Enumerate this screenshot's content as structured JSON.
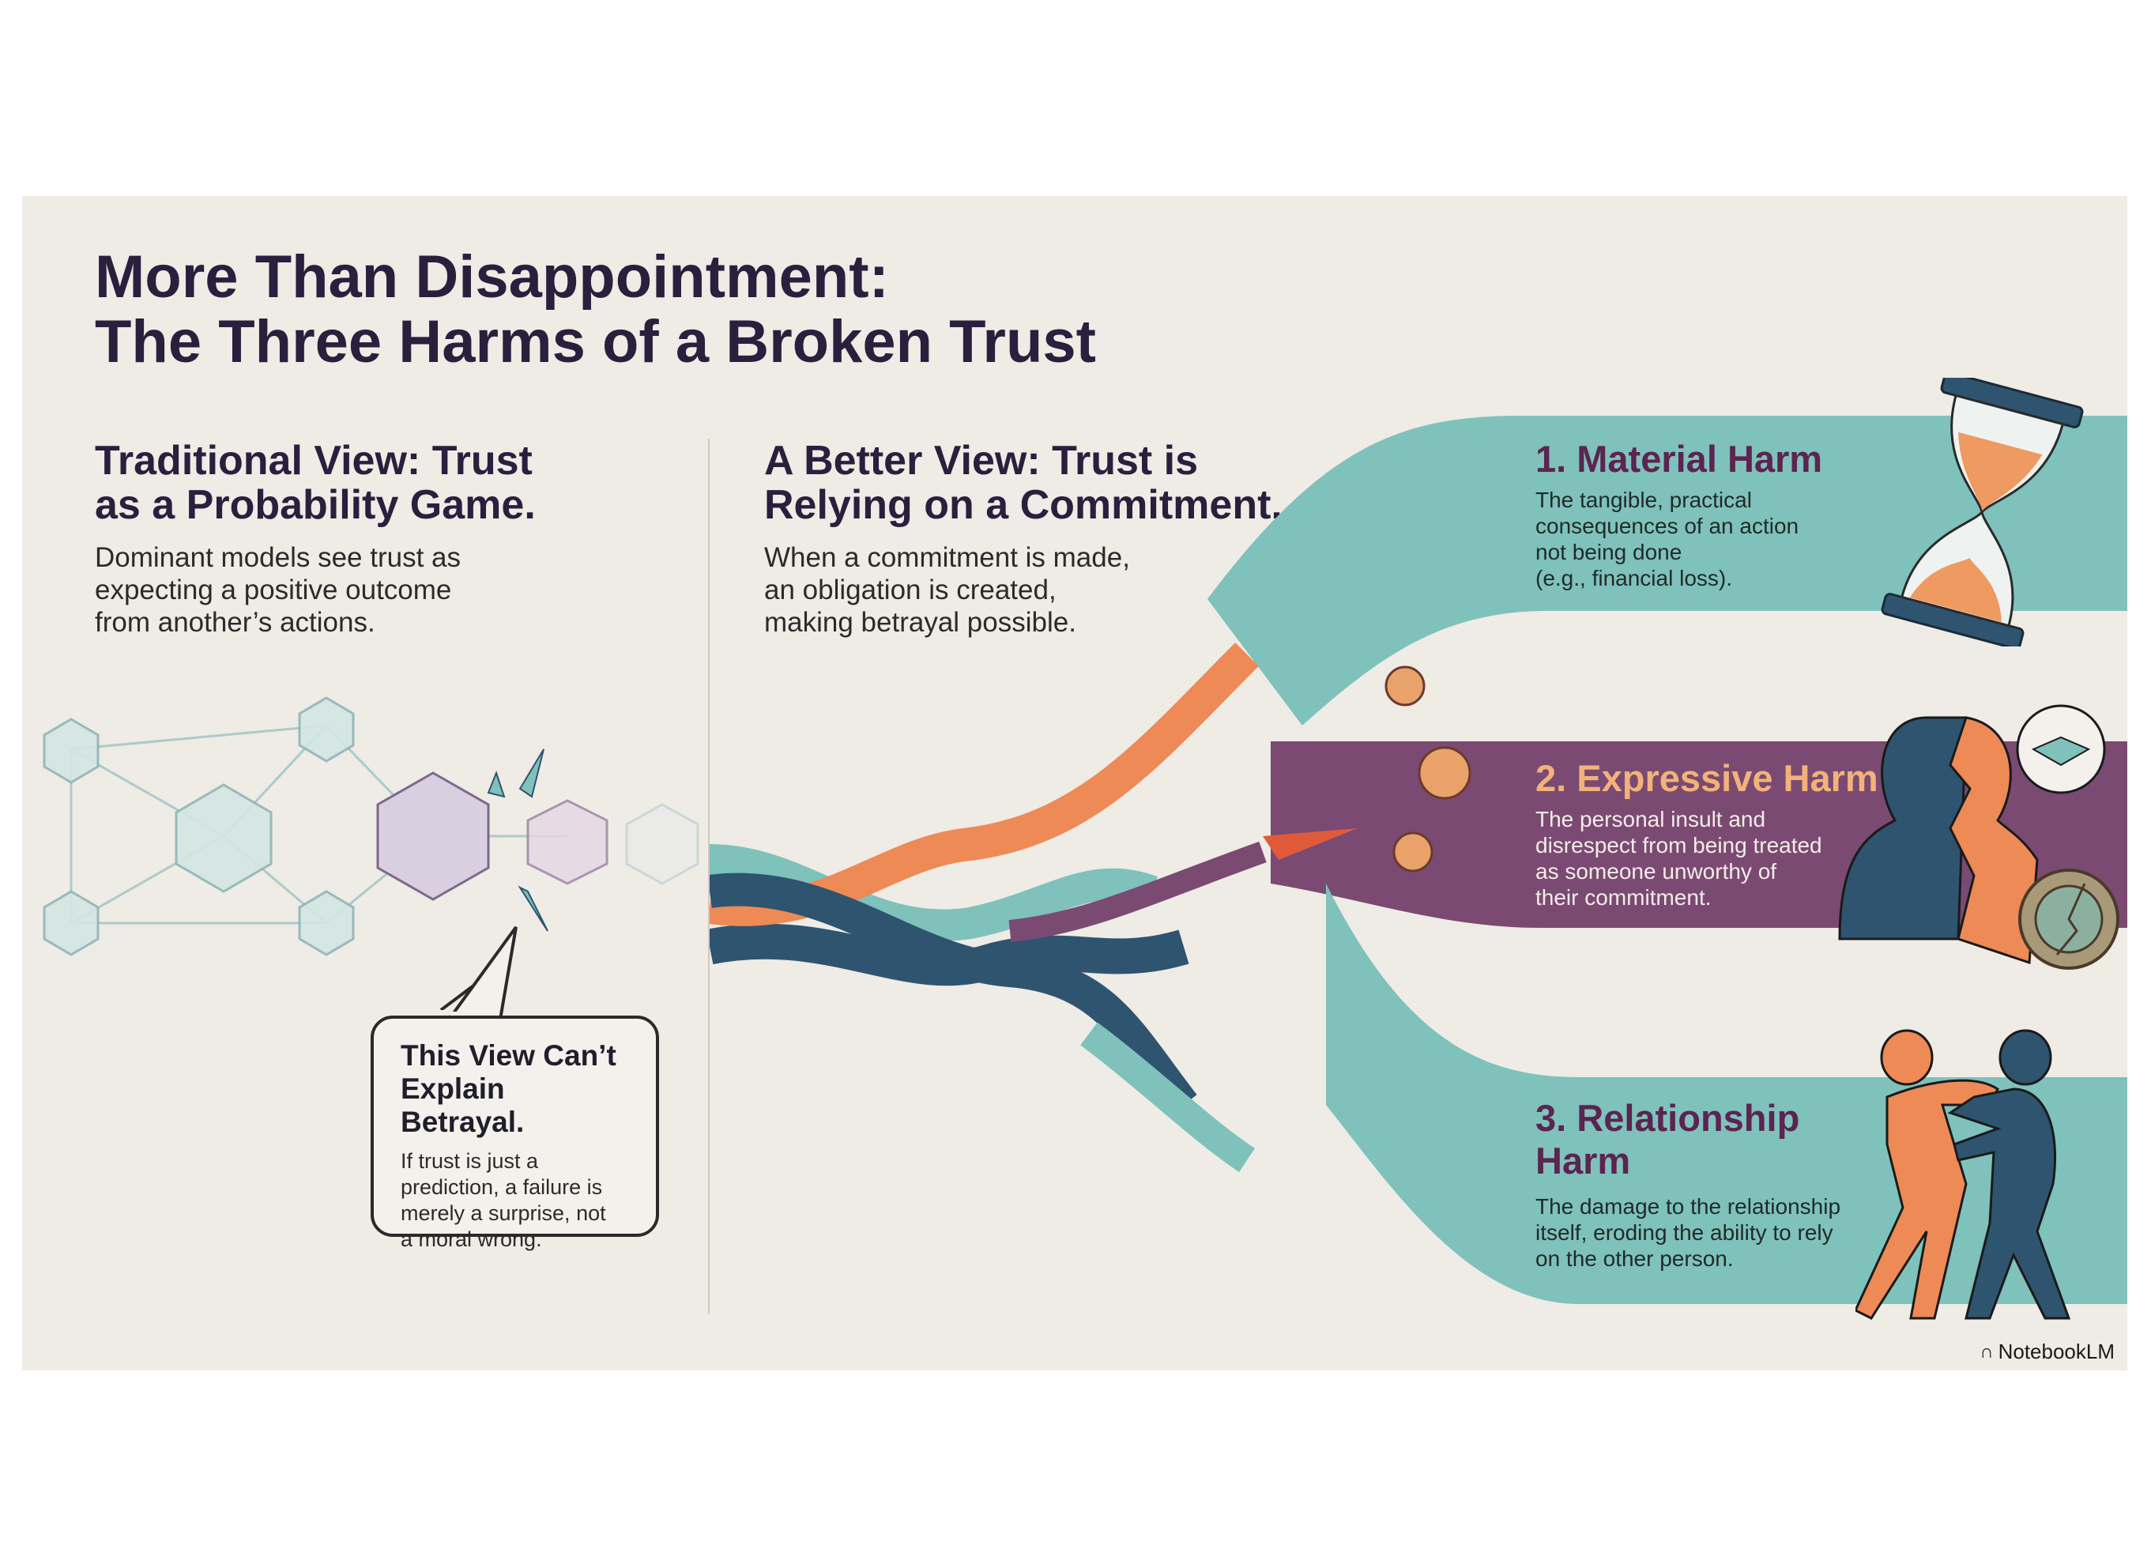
{
  "title": {
    "line1": "More Than Disappointment:",
    "line2": "The Three Harms of a Broken Trust"
  },
  "traditional": {
    "heading": [
      "Traditional View: Trust",
      "as a Probability Game."
    ],
    "body": [
      "Dominant models see trust as",
      "expecting a positive outcome",
      "from another’s actions."
    ]
  },
  "callout": {
    "heading": [
      "This View Can’t",
      "Explain Betrayal."
    ],
    "body": [
      "If trust is just a",
      "prediction, a failure is",
      "merely a surprise, not",
      "a moral wrong."
    ]
  },
  "better": {
    "heading": [
      "A Better View: Trust is",
      "Relying on a Commitment."
    ],
    "body": [
      "When a commitment is made,",
      "an obligation is created,",
      "making betrayal possible."
    ]
  },
  "harms": [
    {
      "title": "1. Material Harm",
      "body": [
        "The tangible, practical",
        "consequences of an action",
        "not being done",
        "(e.g., financial loss)."
      ],
      "icon": "hourglass-icon",
      "color": "#7fc1bb"
    },
    {
      "title": "2. Expressive Harm",
      "body": [
        "The personal insult and",
        "disrespect from being treated",
        "as someone unworthy of",
        "their commitment."
      ],
      "icon": "broken-person-icon",
      "color": "#7b4a72"
    },
    {
      "title": [
        "3. Relationship",
        "Harm"
      ],
      "body": [
        "The damage to the relationship",
        "itself, eroding the ability to rely",
        "on the other person."
      ],
      "icon": "two-people-icon",
      "color": "#7fc1bb"
    }
  ],
  "brand": "NotebookLM",
  "colors": {
    "teal": "#7fc1bb",
    "orange": "#ee8a55",
    "purple": "#7b4a72",
    "navy": "#2e5470",
    "title": "#2a1f3d"
  }
}
